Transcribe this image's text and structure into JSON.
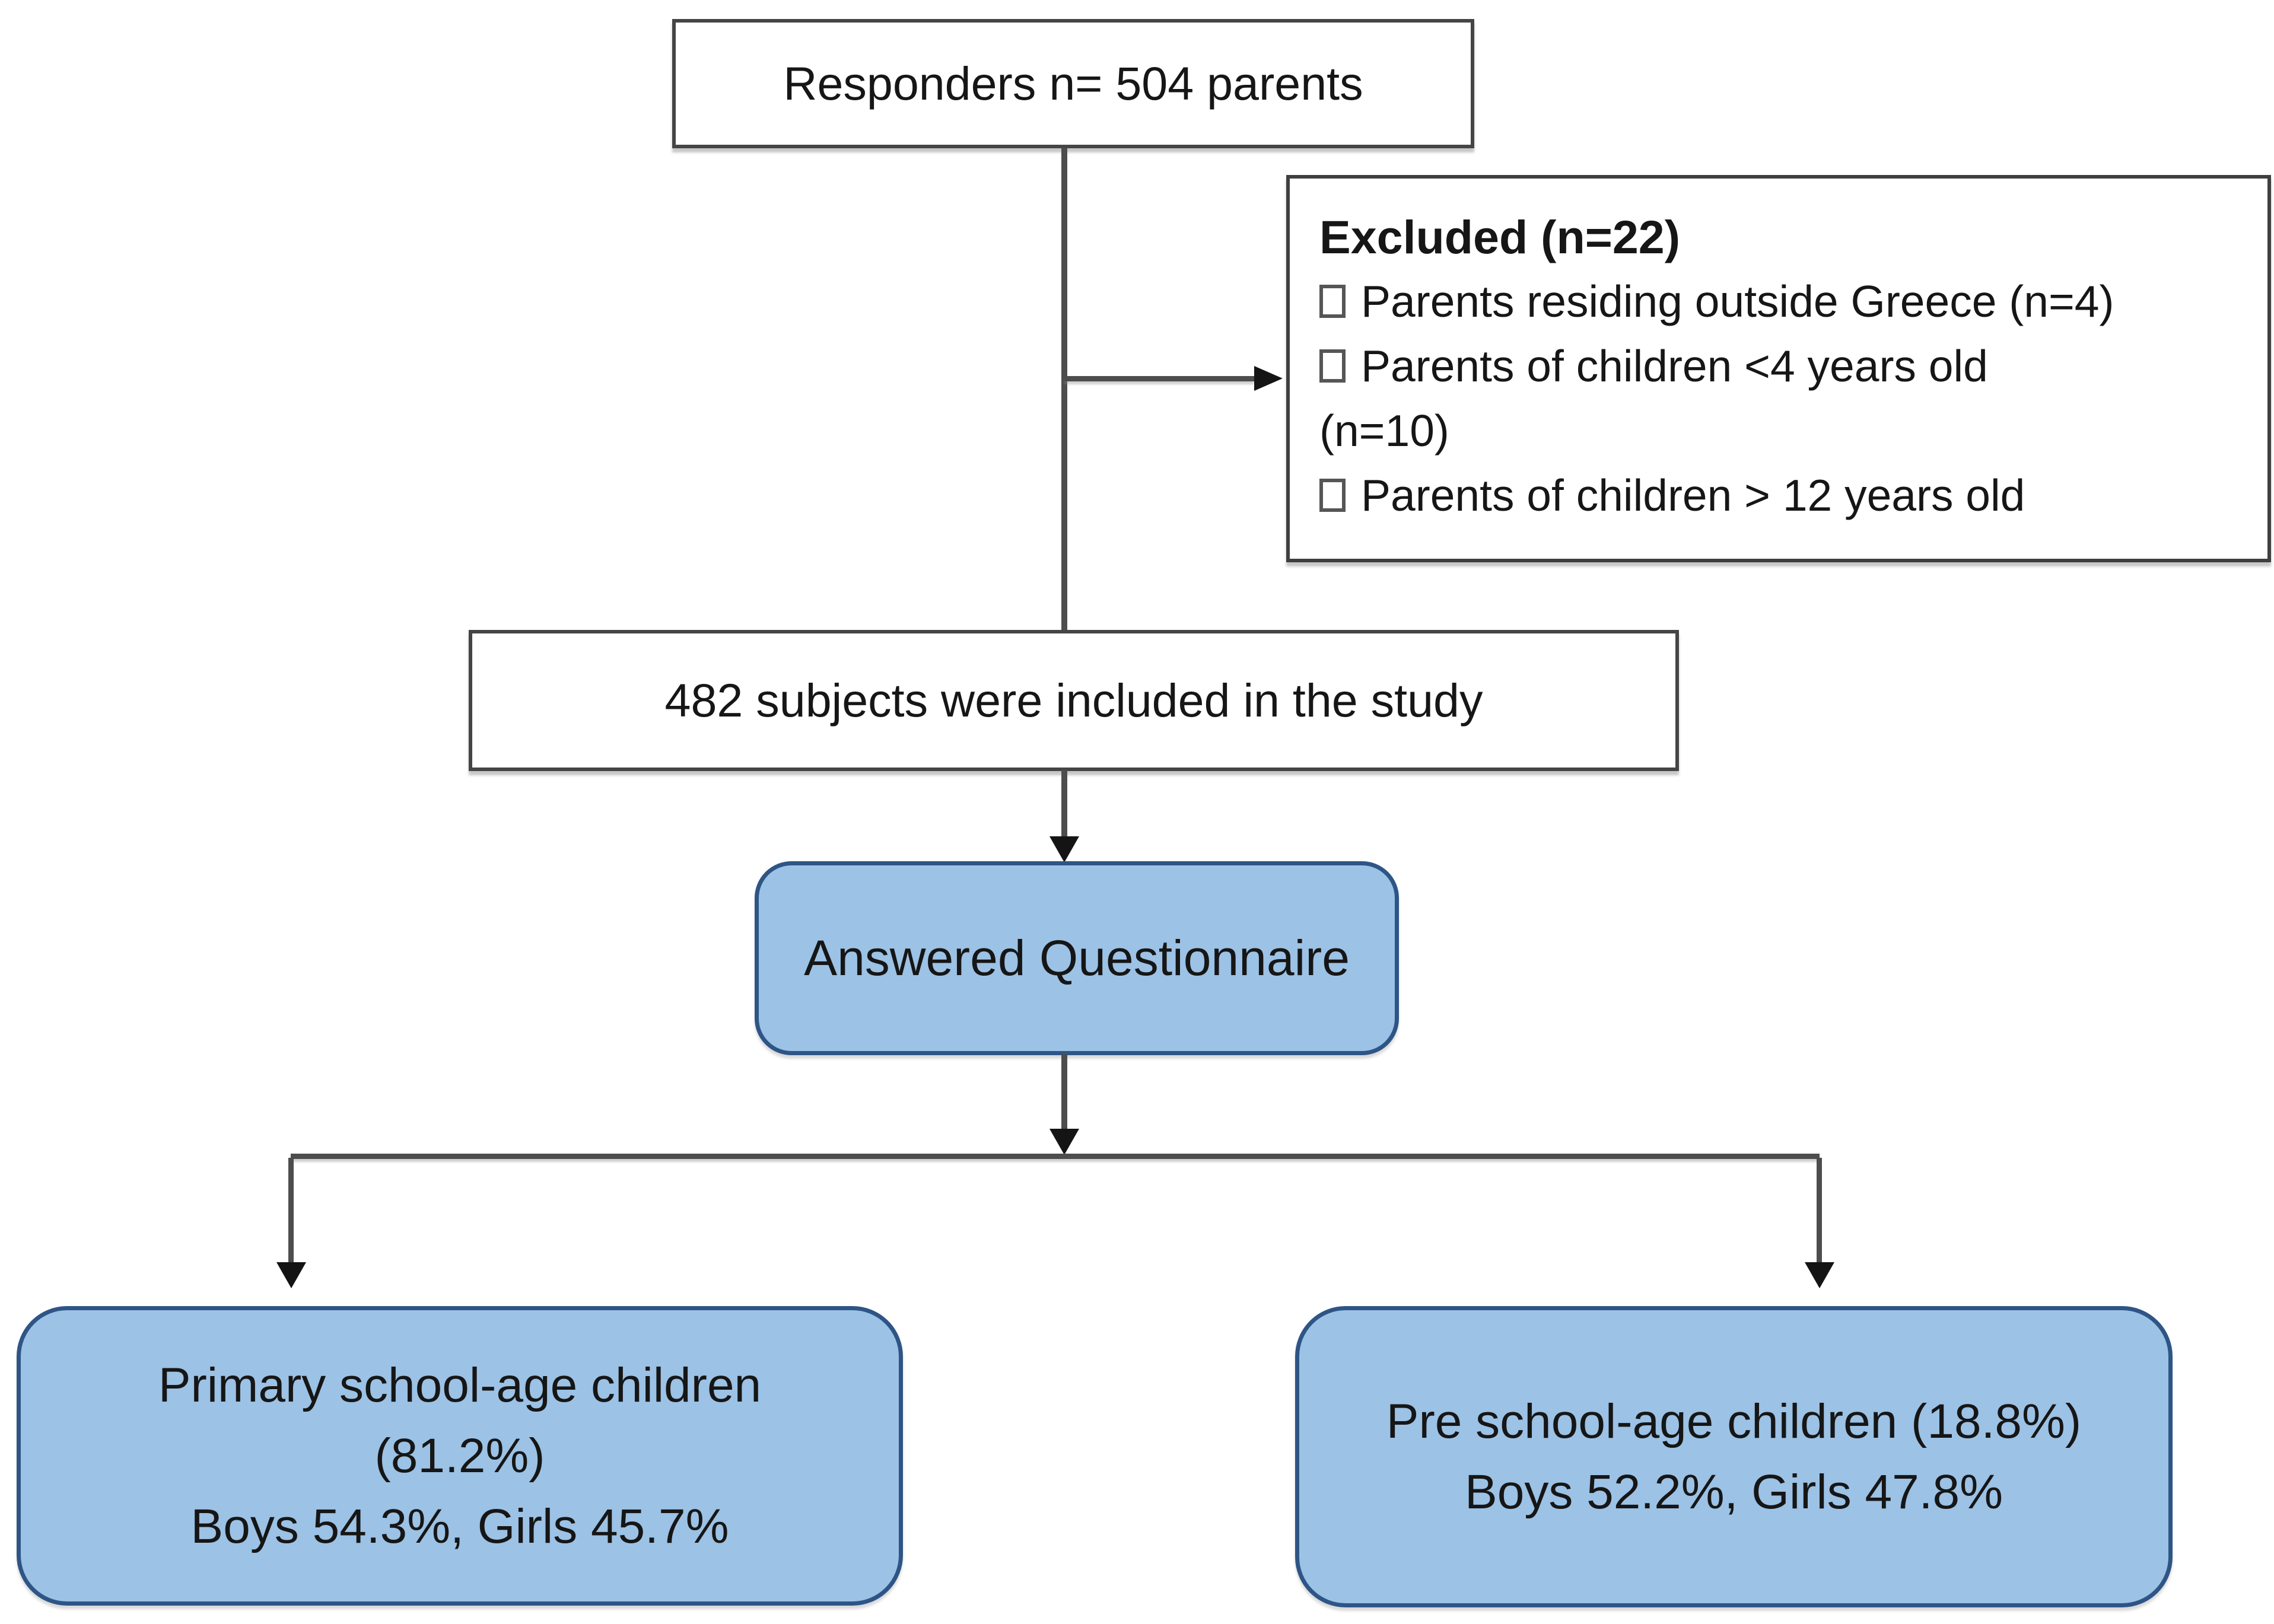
{
  "diagram": {
    "nodes": {
      "responders": {
        "text": "Responders n= 504 parents"
      },
      "excluded": {
        "title": "Excluded (n=22)",
        "items": [
          {
            "text": "Parents residing outside Greece (n=4)"
          },
          {
            "text": "Parents of children <4 years old"
          },
          {
            "text": "(n=10)"
          },
          {
            "text": "Parents of children > 12 years old"
          }
        ]
      },
      "included": {
        "text": "482 subjects were included in the study"
      },
      "questionnaire": {
        "text": "Answered Questionnaire"
      },
      "primary_school": {
        "lines": [
          "Primary school-age children",
          "(81.2%)",
          "Boys 54.3%, Girls 45.7%"
        ]
      },
      "preschool": {
        "lines": [
          "Pre school-age children (18.8%)",
          "Boys 52.2%, Girls 47.8%"
        ]
      }
    },
    "colors": {
      "blue_node_fill": "#9CC2E5",
      "blue_node_border": "#2E5586",
      "white_node_fill": "#FFFFFF",
      "white_node_border": "#454545",
      "connector": "#4D4D4D",
      "arrowhead": "#141414",
      "text": "#161616"
    }
  }
}
